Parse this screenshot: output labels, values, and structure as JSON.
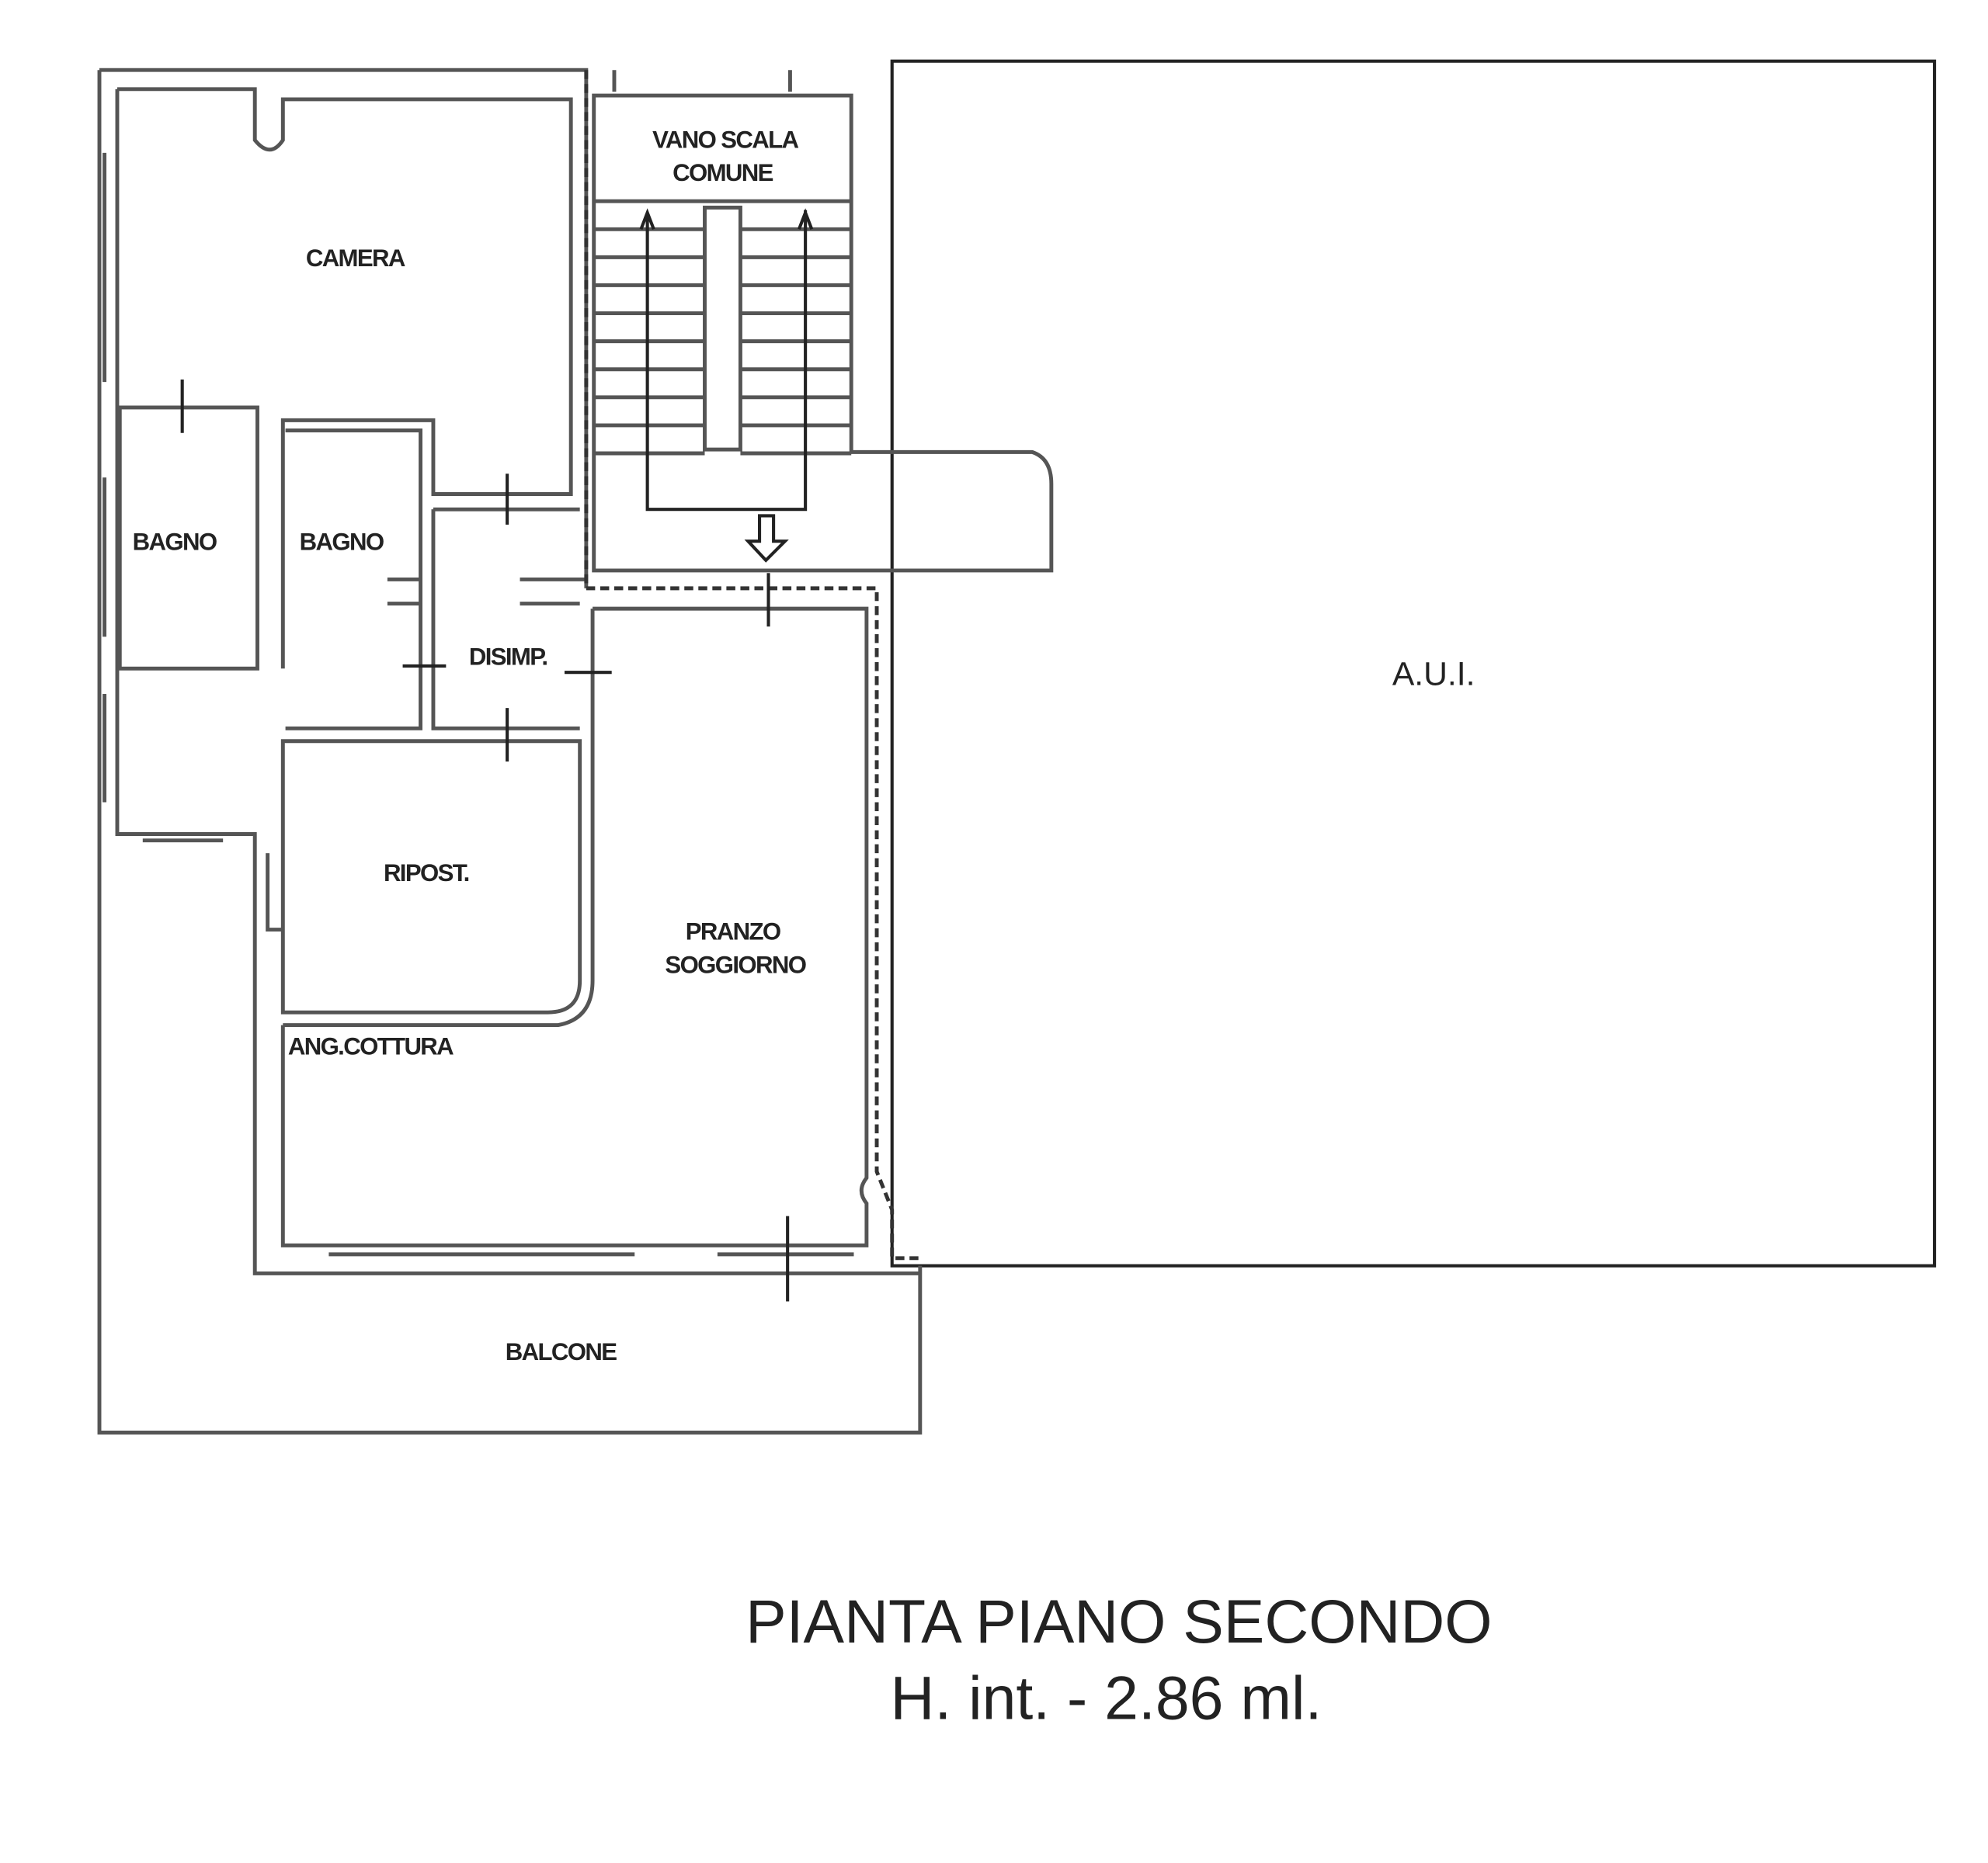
{
  "rooms": {
    "camera": "CAMERA",
    "bagno_1": "BAGNO",
    "bagno_2": "BAGNO",
    "disimpegno": "DISIMP.",
    "ripostiglio": "RIPOST.",
    "angolo_cottura": "ANG.COTTURA",
    "pranzo_line1": "PRANZO",
    "pranzo_line2": "SOGGIORNO",
    "balcone": "BALCONE",
    "vano_scala_line1": "VANO SCALA",
    "vano_scala_line2": "COMUNE",
    "aui": "A.U.I."
  },
  "caption": {
    "title": "PIANTA PIANO SECONDO",
    "height": "H. int. - 2.86 ml."
  },
  "colors": {
    "line": "#333333",
    "background": "#ffffff"
  }
}
